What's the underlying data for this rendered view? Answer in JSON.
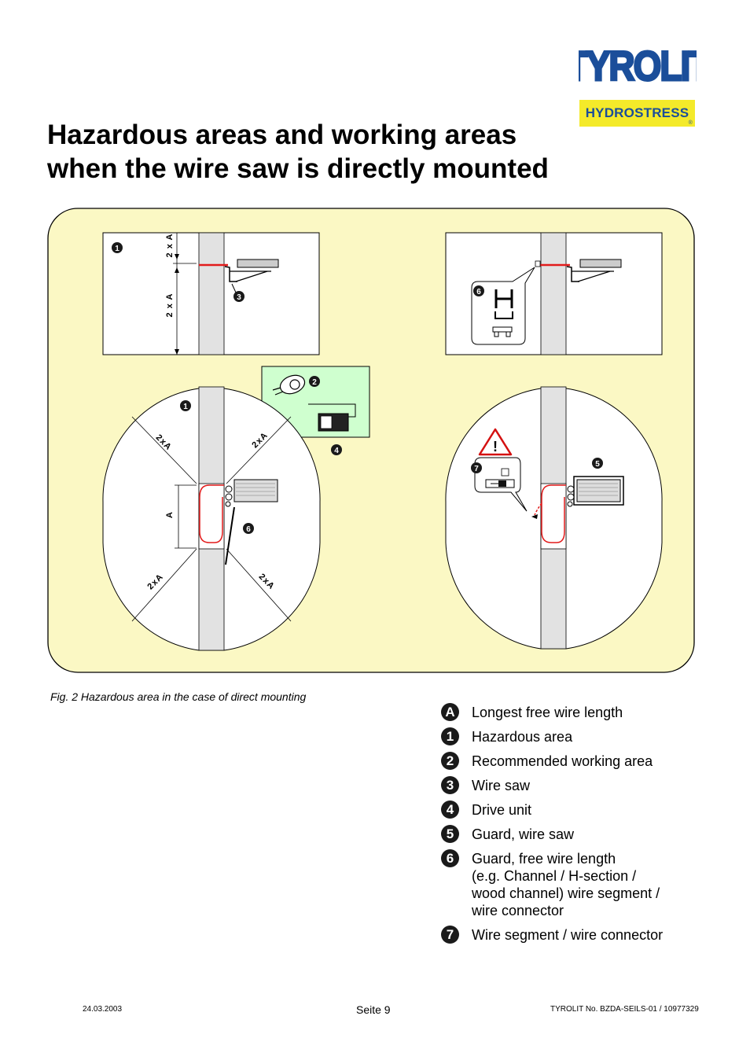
{
  "logo": {
    "brand": "TYROLIT",
    "sub_brand": "HYDROSTRESS",
    "registered": "®",
    "colors": {
      "brand_blue": "#1b4e9a",
      "sub_brand_bg": "#f4ea2a"
    }
  },
  "title": {
    "line1": "Hazardous areas and working areas",
    "line2": "when the wire saw is directly mounted"
  },
  "figure": {
    "colors": {
      "panel_bg": "#fbf8c4",
      "working_area": "#cfffcf",
      "wall": "#e2e2e2",
      "wire": "#e21b1b"
    },
    "labels": {
      "dim_2xA": "2 x A",
      "dim_2xA_short": "2xA",
      "dim_A": "A",
      "warning": "!"
    },
    "markers": [
      "1",
      "2",
      "3",
      "4",
      "5",
      "6",
      "7"
    ]
  },
  "caption": "Fig. 2  Hazardous area in the case of direct mounting",
  "legend": [
    {
      "key": "A",
      "text": "Longest free wire length"
    },
    {
      "key": "1",
      "text": "Hazardous area"
    },
    {
      "key": "2",
      "text": "Recommended working area"
    },
    {
      "key": "3",
      "text": "Wire saw"
    },
    {
      "key": "4",
      "text": "Drive unit"
    },
    {
      "key": "5",
      "text": "Guard, wire saw"
    },
    {
      "key": "6",
      "text": "Guard, free wire length\n(e.g. Channel / H-section /\nwood channel) wire segment /\nwire connector"
    },
    {
      "key": "7",
      "text": "Wire segment / wire connector"
    }
  ],
  "footer": {
    "date": "24.03.2003",
    "page": "Seite 9",
    "doc_no": "TYROLIT No. BZDA-SEILS-01  / 10977329"
  }
}
